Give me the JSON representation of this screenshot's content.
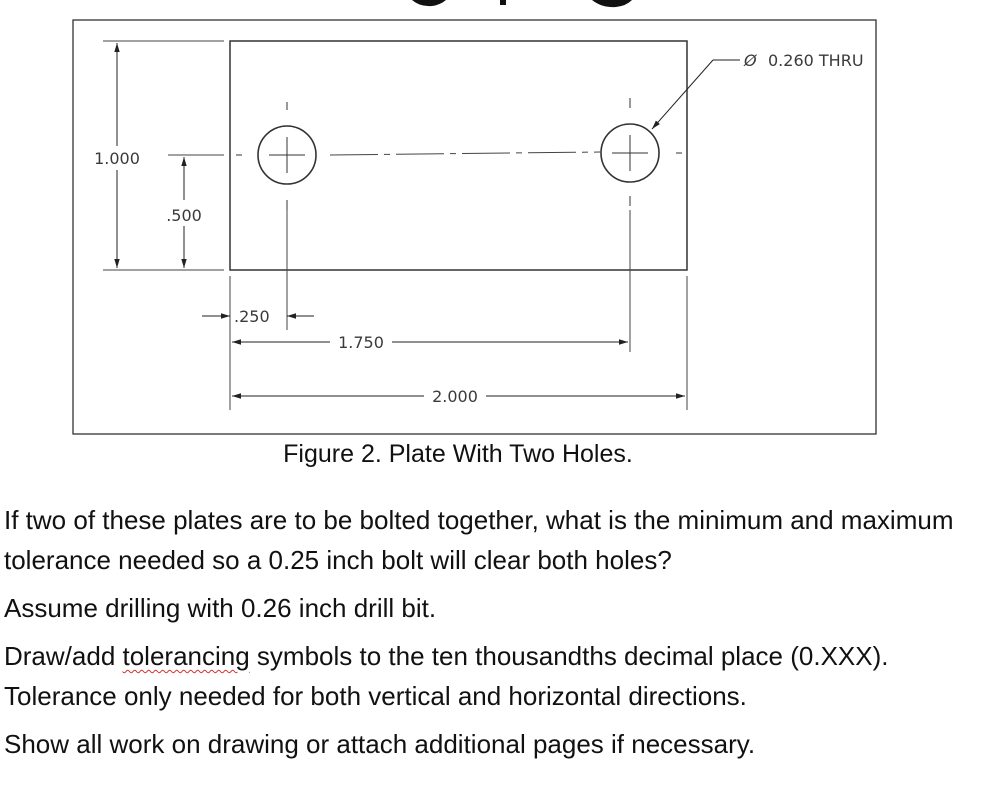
{
  "figure": {
    "dimensions": {
      "height_overall": "1.000",
      "hole_height": ".500",
      "hole_left_offset": ".250",
      "hole_spacing": "1.750",
      "width_overall": "2.000"
    },
    "hole_callout": {
      "symbol": "Ø",
      "text": "0.260 THRU"
    },
    "caption": "Figure 2. Plate With Two Holes."
  },
  "question": {
    "p1": "If two of these plates are to be bolted together, what is the minimum and maximum tolerance needed so a 0.25 inch bolt will clear both holes?",
    "p2": "Assume drilling with 0.26 inch drill bit.",
    "p3_before": "Draw/add ",
    "p3_marked": "tolerancing",
    "p3_after": " symbols to the ten thousandths decimal place (0.XXX). Tolerance only needed for both vertical and horizontal directions.",
    "p4": "Show all work on drawing or attach additional pages if necessary."
  }
}
